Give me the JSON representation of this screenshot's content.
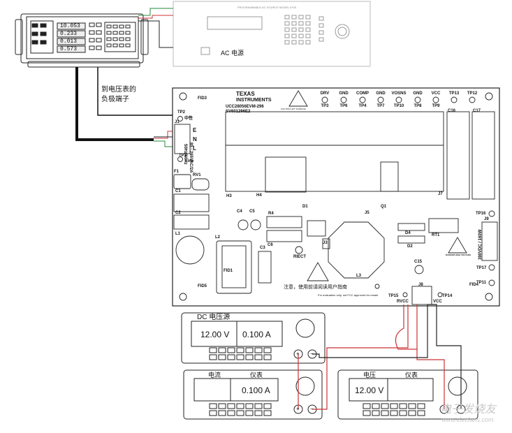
{
  "ac_source": {
    "label": "AC 电源",
    "panel_text": "PROGRAMMABLE AC SOURCE  MODEL 6700"
  },
  "power_meter": {
    "readings": [
      "10.053",
      "0.233",
      "0.013",
      "0.573"
    ]
  },
  "note_voltmeter": [
    "到电压表的",
    "负极端子"
  ],
  "board": {
    "title": [
      "UCC28056EVM-296",
      "SV601296E2"
    ],
    "logo": [
      "TEXAS",
      "INSTRUMENTS"
    ],
    "hot_label": "CAUTION HOT SURFACE",
    "test_points": [
      {
        "name": "DRV",
        "tp": "TP3"
      },
      {
        "name": "GND",
        "tp": "TP6"
      },
      {
        "name": "COMP",
        "tp": "TP4"
      },
      {
        "name": "GND",
        "tp": "TP7"
      },
      {
        "name": "VOSNS",
        "tp": "TP10"
      },
      {
        "name": "GND",
        "tp": "TP8"
      },
      {
        "name": "VCC",
        "tp": "TP9"
      },
      {
        "name": "TP13",
        "tp": ""
      },
      {
        "name": "TP12",
        "tp": ""
      }
    ],
    "labels": {
      "fid3": "FID3",
      "fid5": "FID5",
      "fid4": "FID4",
      "tp2": "TP2",
      "neutral": "中性",
      "j1": "J1",
      "e": "E",
      "n": "N",
      "l": "L",
      "tp1": "TP1",
      "line": "Line",
      "input_spec": "85 - 265VAC/2A",
      "input_spec2": "50Hz/60Hz",
      "f1": "F1",
      "rv1": "RV1",
      "h3": "H3",
      "h4": "H4",
      "d1": "D1",
      "c1": "C1",
      "c2": "C2",
      "l1": "L1",
      "c4": "C4",
      "c5": "C5",
      "l2": "L2",
      "c3": "C3",
      "c6": "C6",
      "r4": "R4",
      "q1": "Q1",
      "j3": "J3",
      "j5": "J5",
      "d4": "D4",
      "d2": "D2",
      "rt1": "RT1",
      "l3": "L3",
      "c16": "C16",
      "c17": "C17",
      "j7": "J7",
      "tp16": "TP16",
      "j9": "J9",
      "tp17": "TP17",
      "tp11": "TP11",
      "tp15": "TP15",
      "j8": "J8",
      "tp14": "TP14",
      "rvcc": "RVCC",
      "vcc": "VCC",
      "c15": "C15",
      "riect": "RIECT",
      "fid1": "FID1",
      "output_spec": "390VDC / 160W",
      "danger": "DANGER HIGH VOLTAGE",
      "warning": "注意，使用前请阅读用户指南",
      "eval_note": "For evaluation only, not FCC approved for resale."
    }
  },
  "dc_source": {
    "label": "DC 电压源",
    "voltage": "12.00 V",
    "current": "0.100 A"
  },
  "ammeter": {
    "label_a": "电流",
    "label_b": "仪表",
    "reading": "0.100 A"
  },
  "voltmeter": {
    "label_a": "电压",
    "label_b": "仪表",
    "reading": "12.00 V"
  },
  "terminals": {
    "plus": "+",
    "minus": "−"
  },
  "watermark": {
    "main": "电子发烧友",
    "url": "www.elecfans.com"
  }
}
